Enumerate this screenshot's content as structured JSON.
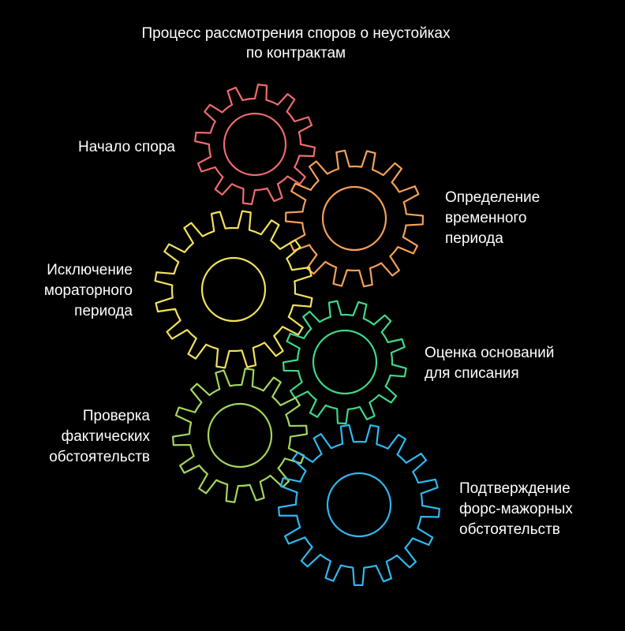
{
  "title": {
    "line1": "Процесс рассмотрения споров о неустойках",
    "line2": "по контрактам"
  },
  "steps": [
    {
      "lines": [
        "Начало спора"
      ],
      "color": "#f06b6e"
    },
    {
      "lines": [
        "Определение",
        "временного",
        "периода"
      ],
      "color": "#f5a05a"
    },
    {
      "lines": [
        "Исключение",
        "мораторного",
        "периода"
      ],
      "color": "#f2e25a"
    },
    {
      "lines": [
        "Оценка оснований",
        "для списания"
      ],
      "color": "#3fd88a"
    },
    {
      "lines": [
        "Проверка",
        "фактических",
        "обстоятельств"
      ],
      "color": "#a4d65e"
    },
    {
      "lines": [
        "Подтверждение",
        "форс-мажорных",
        "обстоятельств"
      ],
      "color": "#2fb8f0"
    }
  ]
}
